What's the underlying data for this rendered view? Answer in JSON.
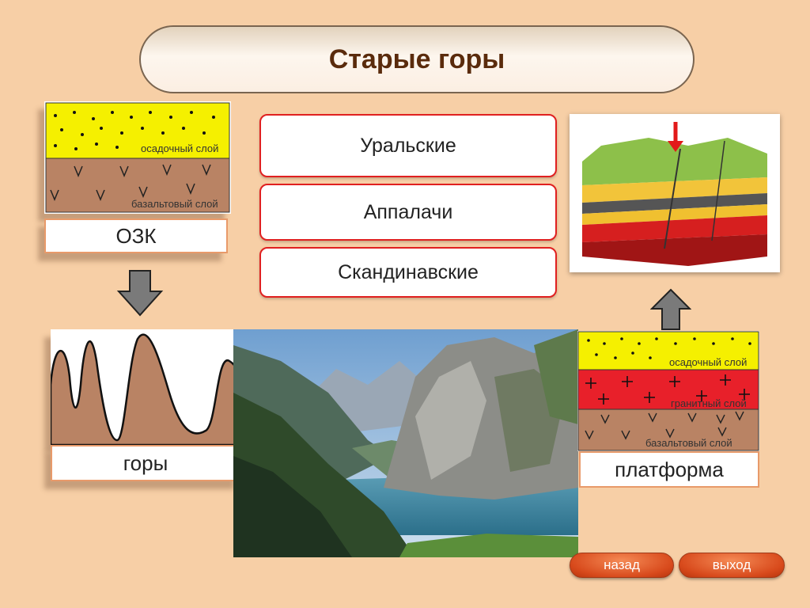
{
  "title": "Старые горы",
  "ozk": {
    "label": "ОЗК",
    "sedimentary_layer": "осадочный слой",
    "basalt_layer": "базальтовый слой"
  },
  "mountains": {
    "label": "горы"
  },
  "platform": {
    "label": "платформа",
    "sedimentary_layer": "осадочный слой",
    "granite_layer": "гранитный слой",
    "basalt_layer": "базальтовый слой"
  },
  "examples": [
    {
      "label": "Уральские"
    },
    {
      "label": "Аппалачи"
    },
    {
      "label": "Скандинавские"
    }
  ],
  "nav": {
    "back_label": "назад",
    "exit_label": "выход"
  },
  "colors": {
    "background": "#f7cfa6",
    "sediment": "#f5f000",
    "granite": "#e8202a",
    "basalt": "#b98364",
    "accent_border": "#e02020",
    "button": "#d84a1c"
  }
}
